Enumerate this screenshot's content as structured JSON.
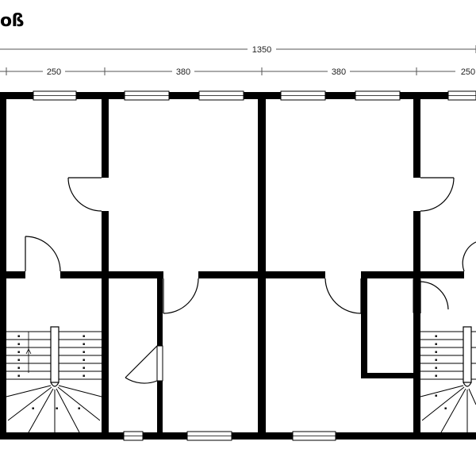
{
  "title": "oß",
  "dimensions": {
    "total": "1350",
    "bays": [
      "250",
      "380",
      "380",
      "250"
    ]
  },
  "colors": {
    "wall": "#000000",
    "background": "#ffffff",
    "dimension_line": "#555555"
  }
}
